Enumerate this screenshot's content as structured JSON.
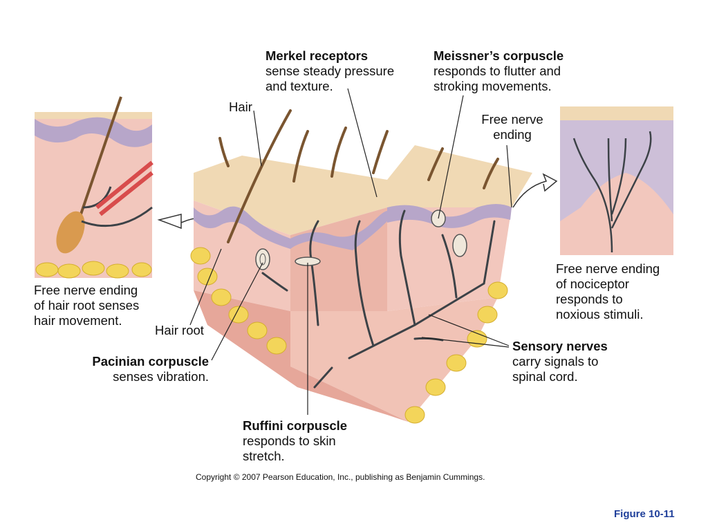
{
  "labels": {
    "merkel": {
      "title": "Merkel receptors",
      "line1": "sense steady pressure",
      "line2": "and texture."
    },
    "meissner": {
      "title": "Meissner’s corpuscle",
      "line1": "responds to flutter and",
      "line2": "stroking movements."
    },
    "hair": "Hair",
    "free_nerve_ending_top": {
      "line1": "Free nerve",
      "line2": "ending"
    },
    "hair_root_free_nerve": {
      "line1": "Free nerve ending",
      "line2": "of hair root senses",
      "line3": "hair movement."
    },
    "nociceptor": {
      "line1": "Free nerve ending",
      "line2": "of nociceptor",
      "line3": "responds to",
      "line4": "noxious stimuli."
    },
    "hair_root": "Hair root",
    "pacinian": {
      "title": "Pacinian corpuscle",
      "line1": "senses vibration."
    },
    "sensory_nerves": {
      "title": "Sensory nerves",
      "line1": "carry signals to",
      "line2": "spinal cord."
    },
    "ruffini": {
      "title": "Ruffini corpuscle",
      "line1": "responds to skin",
      "line2": "stretch."
    }
  },
  "copyright": "Copyright © 2007 Pearson Education, Inc., publishing as Benjamin Cummings.",
  "figure_label": "Figure 10-11",
  "colors": {
    "skin": "#f2c7bd",
    "skin_dark": "#e6a79a",
    "epidermis": "#f0d9b4",
    "papillae": "#b7a6c9",
    "fat": "#f3d55a",
    "nerve": "#3c4247",
    "hair": "#7a5530",
    "figure_label": "#1f3f9a"
  }
}
